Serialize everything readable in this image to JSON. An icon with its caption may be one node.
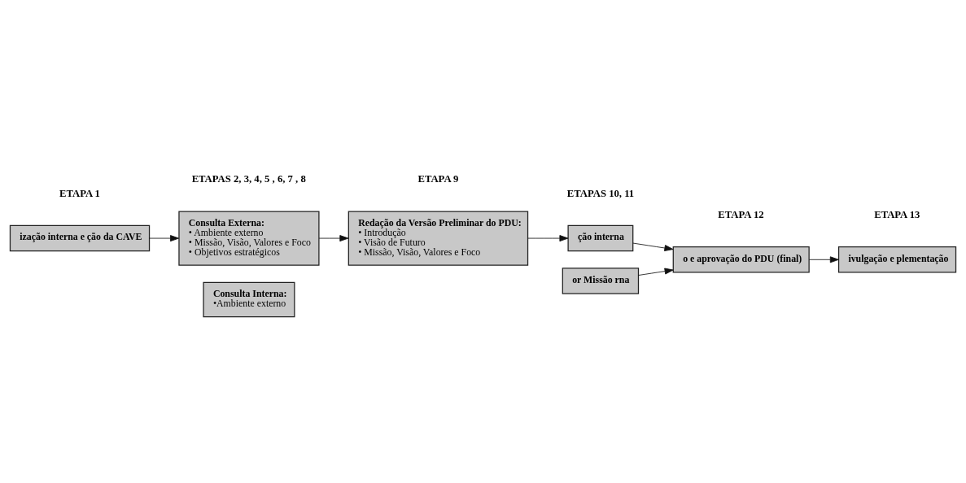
{
  "diagram": {
    "nodes": [
      {
        "text": [
          "ização interna e ção da CAVE"
        ]
      },
      {
        "text": [
          "Consulta Externa:",
          "• Ambiente externo",
          "• Missão, Visão, Valores e Foco",
          "• Objetivos estratégicos"
        ]
      },
      {
        "text": [
          "Consulta Interna:",
          "•Ambiente externo"
        ]
      },
      {
        "text": [
          "Redação da Versão Preliminar do PDU:",
          "• Introdução",
          "• Visão de Futuro",
          "• Missão, Visão, Valores e Foco"
        ]
      },
      {
        "text": [
          "ção interna"
        ]
      },
      {
        "text": [
          "or Missão rna"
        ]
      },
      {
        "text": [
          "o e aprovação do PDU (final)"
        ]
      },
      {
        "text": [
          "ivulgação e plementação"
        ]
      }
    ],
    "edges": [
      {
        "from": 0,
        "to": 1,
        "arrow": "to"
      },
      {
        "from": 1,
        "to": 3,
        "arrow": "to"
      },
      {
        "from": 3,
        "to": 4,
        "arrow": "to"
      },
      {
        "from": 4,
        "to": 6,
        "arrow": "to"
      },
      {
        "from": 5,
        "to": 6,
        "arrow": "to"
      },
      {
        "from": 6,
        "to": 7,
        "arrow": "to"
      }
    ],
    "labels": [
      "ETAPA 1",
      "ETAPAS 2, 3, 4, 5 , 6, 7 , 8",
      "ETAPA 9",
      "ETAPAS 10, 11",
      "ETAPA 12",
      "ETAPA 13"
    ]
  }
}
